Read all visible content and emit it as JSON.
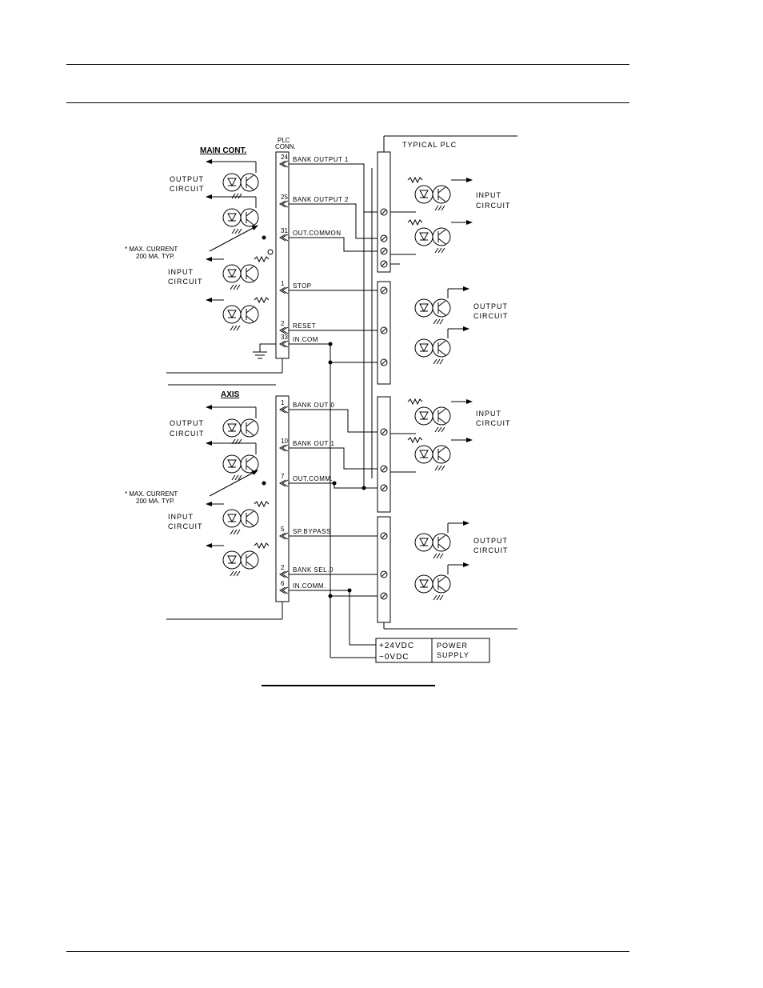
{
  "diagram": {
    "left_panel": {
      "connector_header": [
        "PLC",
        "CONN."
      ],
      "main_cont": {
        "title": "MAIN CONT.",
        "output_label": [
          "OUTPUT",
          "CIRCUIT"
        ],
        "input_label": [
          "INPUT",
          "CIRCUIT"
        ],
        "note": [
          "* MAX. CURRENT",
          "200 MA. TYP."
        ],
        "pins": [
          {
            "num": "24",
            "signal": "BANK OUTPUT 1"
          },
          {
            "num": "25",
            "signal": "BANK OUTPUT 2"
          },
          {
            "num": "31",
            "signal": "OUT.COMMON"
          },
          {
            "num": "1",
            "signal": "STOP"
          },
          {
            "num": "2",
            "signal": "RESET"
          },
          {
            "num": "33",
            "signal": "IN.COM"
          }
        ]
      },
      "axis": {
        "title": "AXIS",
        "output_label": [
          "OUTPUT",
          "CIRCUIT"
        ],
        "input_label": [
          "INPUT",
          "CIRCUIT"
        ],
        "note": [
          "* MAX. CURRENT",
          "200 MA. TYP."
        ],
        "pins": [
          {
            "num": "1",
            "signal": "BANK OUT 0"
          },
          {
            "num": "10",
            "signal": "BANK OUT 1"
          },
          {
            "num": "7",
            "signal": "OUT.COMM."
          },
          {
            "num": "5",
            "signal": "SP.BYPASS"
          },
          {
            "num": "2",
            "signal": "BANK SEL.0"
          },
          {
            "num": "6",
            "signal": "IN.COMM."
          }
        ]
      }
    },
    "plc": {
      "title": "TYPICAL PLC",
      "input_label": [
        "INPUT",
        "CIRCUIT"
      ],
      "output_label": [
        "OUTPUT",
        "CIRCUIT"
      ]
    },
    "power_supply": {
      "terminals": [
        "+24VDC",
        "−0VDC"
      ],
      "label": [
        "POWER",
        "SUPPLY"
      ]
    }
  }
}
